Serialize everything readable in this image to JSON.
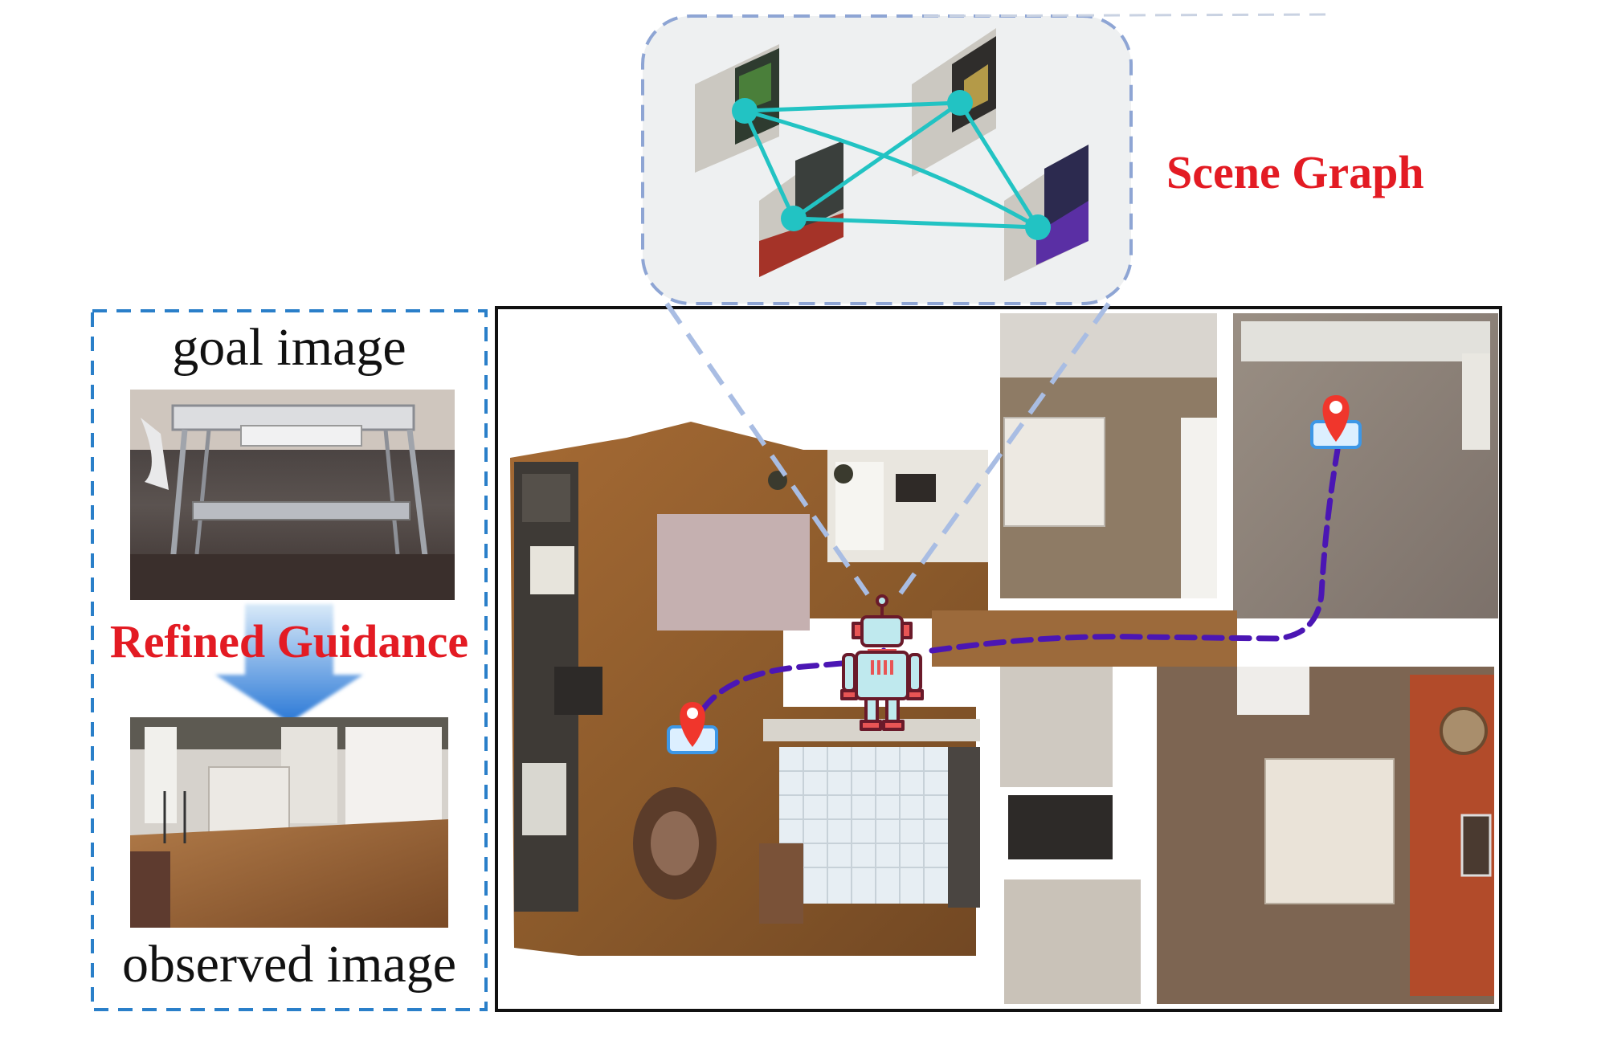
{
  "figure": {
    "left_panel": {
      "goal_label": "goal image",
      "guidance_label": "Refined Guidance",
      "observed_label": "observed image"
    },
    "scene_graph_label": "Scene Graph"
  },
  "colors": {
    "accent_red": "#e31b23",
    "panel_border_blue": "#2a7fc9",
    "graph_edge_teal": "#22c3c3",
    "path_purple": "#4b16b4",
    "callout_border": "#8ea5d4",
    "pin_red": "#f0362c"
  },
  "icons": [
    "robot-icon",
    "location-pin-icon"
  ]
}
